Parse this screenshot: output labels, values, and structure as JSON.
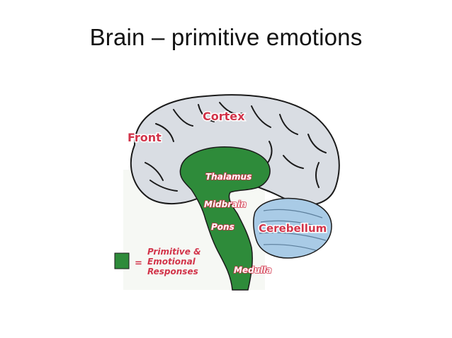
{
  "title": "Brain – primitive emotions",
  "labels": {
    "cortex": "Cortex",
    "front": "Front",
    "thalamus": "Thalamus",
    "midbrain": "Midbrain",
    "pons": "Pons",
    "cerebellum": "Cerebellum",
    "medulla": "Medulla"
  },
  "legend": {
    "equals": "=",
    "line1": "Primitive &",
    "line2": "Emotional",
    "line3": "Responses"
  },
  "colors": {
    "cortex_fill": "#d9dde3",
    "primitive_green": "#2e8b3a",
    "cerebellum_blue": "#a9cbe6",
    "label_red": "#d2344a"
  }
}
